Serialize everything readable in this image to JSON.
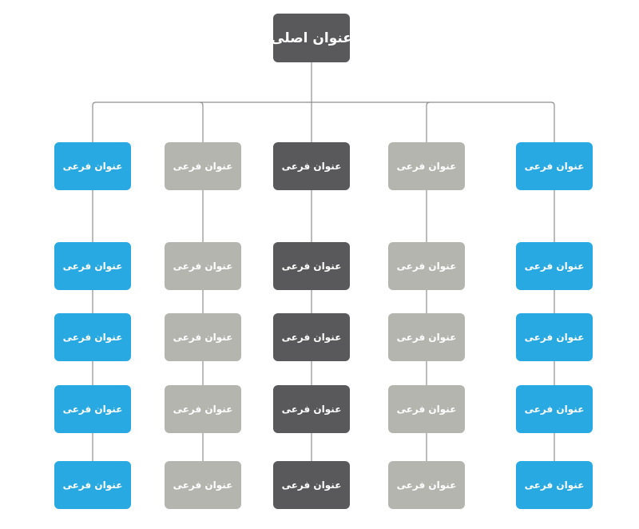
{
  "colors": {
    "blue": "#29a9e1",
    "gray": "#b5b5b0",
    "dark": "#59595b",
    "line": "#8f8f8f"
  },
  "root": {
    "label": "عنوان اصلی",
    "color": "dark"
  },
  "columns": [
    {
      "color": "blue",
      "items": [
        "عنوان فرعی",
        "عنوان فرعی",
        "عنوان فرعی",
        "عنوان فرعی",
        "عنوان فرعی"
      ]
    },
    {
      "color": "gray",
      "items": [
        "عنوان فرعی",
        "عنوان فرعی",
        "عنوان فرعی",
        "عنوان فرعی",
        "عنوان فرعی"
      ]
    },
    {
      "color": "dark",
      "items": [
        "عنوان فرعی",
        "عنوان فرعی",
        "عنوان فرعی",
        "عنوان فرعی",
        "عنوان فرعی"
      ]
    },
    {
      "color": "gray",
      "items": [
        "عنوان فرعی",
        "عنوان فرعی",
        "عنوان فرعی",
        "عنوان فرعی",
        "عنوان فرعی"
      ]
    },
    {
      "color": "blue",
      "items": [
        "عنوان فرعی",
        "عنوان فرعی",
        "عنوان فرعی",
        "عنوان فرعی",
        "عنوان فرعی"
      ]
    }
  ]
}
